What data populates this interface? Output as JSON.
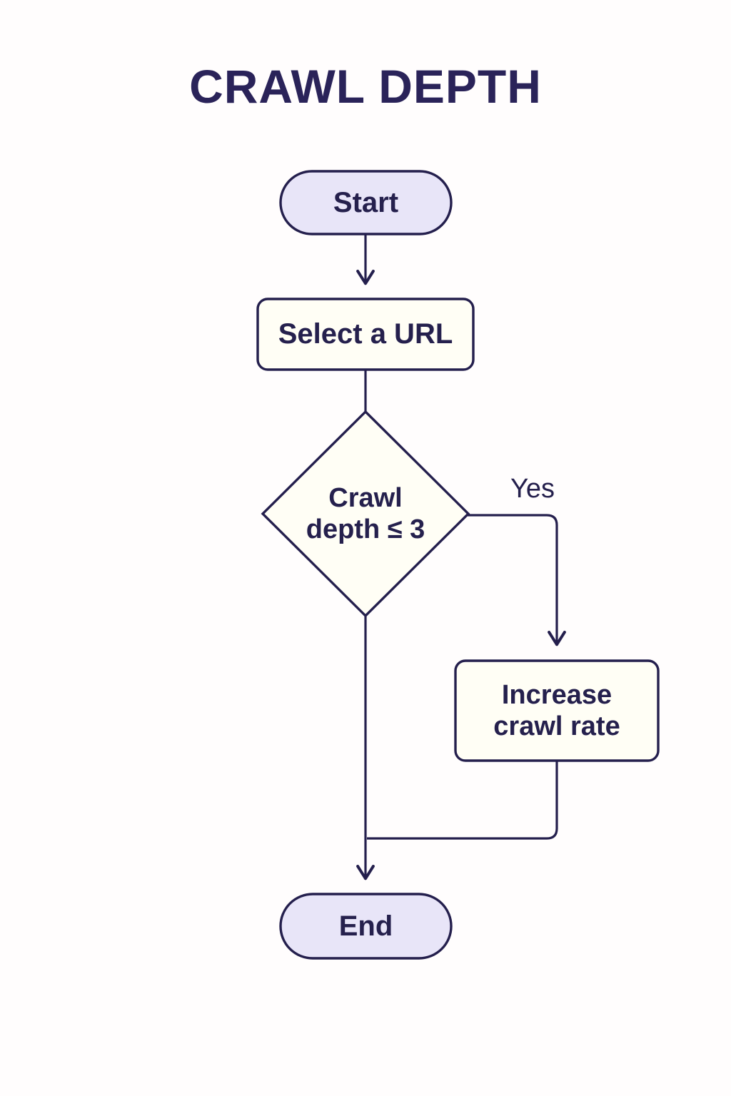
{
  "diagram": {
    "title": "CRAWL DEPTH",
    "type": "flowchart",
    "orientation": "top-to-bottom",
    "colors": {
      "background": "#fffdfd",
      "title_text": "#2a2359",
      "node_text": "#25204d",
      "stroke": "#241f4d",
      "terminator_fill": "#e8e5f8",
      "process_fill": "#fffef5",
      "decision_fill": "#fffef5"
    },
    "nodes": [
      {
        "id": "start",
        "shape": "stadium",
        "label": "Start",
        "fill": "#e8e5f8"
      },
      {
        "id": "select_url",
        "shape": "rounded-rectangle",
        "label": "Select a URL",
        "fill": "#fffef5"
      },
      {
        "id": "decision",
        "shape": "diamond",
        "label": "Crawl\ndepth ≤ 3",
        "fill": "#fffef5"
      },
      {
        "id": "increase_rate",
        "shape": "rounded-rectangle",
        "label": "Increase\ncrawl rate",
        "fill": "#fffef5"
      },
      {
        "id": "end",
        "shape": "stadium",
        "label": "End",
        "fill": "#e8e5f8"
      }
    ],
    "edges": [
      {
        "id": "e1",
        "from": "start",
        "to": "select_url",
        "label": "",
        "arrow": true
      },
      {
        "id": "e2",
        "from": "select_url",
        "to": "decision",
        "label": "",
        "arrow": false
      },
      {
        "id": "e3",
        "from": "decision",
        "to": "increase_rate",
        "label": "Yes",
        "arrow": true
      },
      {
        "id": "e4",
        "from": "decision",
        "to": "end",
        "label": "",
        "arrow": true
      },
      {
        "id": "e5",
        "from": "increase_rate",
        "to": "end",
        "label": "",
        "arrow": false
      }
    ]
  }
}
